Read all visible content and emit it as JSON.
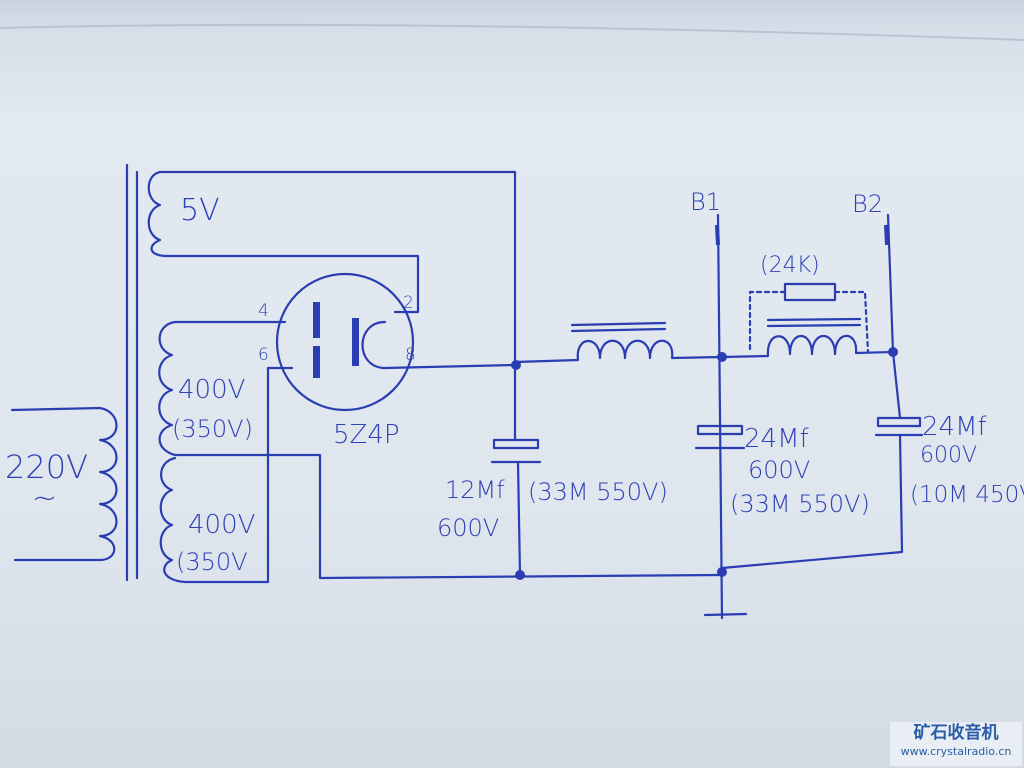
{
  "diagram": {
    "title": "5Z4P rectifier power supply",
    "labels": {
      "mains": "220V",
      "ac_symbol": "~",
      "filament": "5V",
      "hv_upper": "400V",
      "hv_upper_alt": "(350V)",
      "hv_lower": "400V",
      "hv_lower_alt": "(350V",
      "pin4": "4",
      "pin2": "2",
      "pin6": "6",
      "pin8": "8",
      "tube": "5Z4P",
      "c1_value": "12Mf",
      "c1_voltage": "600V",
      "c1_alt": "(33M 550V)",
      "b1": "B1",
      "b2": "B2",
      "resistor": "(24K)",
      "c2_value": "24Mf",
      "c2_voltage": "600V",
      "c2_alt": "(33M 550V)",
      "c3_value": "24Mf",
      "c3_voltage": "600V",
      "c3_alt": "(10M 450V"
    }
  },
  "watermark": {
    "title": "矿石收音机",
    "url": "www.crystalradio.cn"
  }
}
